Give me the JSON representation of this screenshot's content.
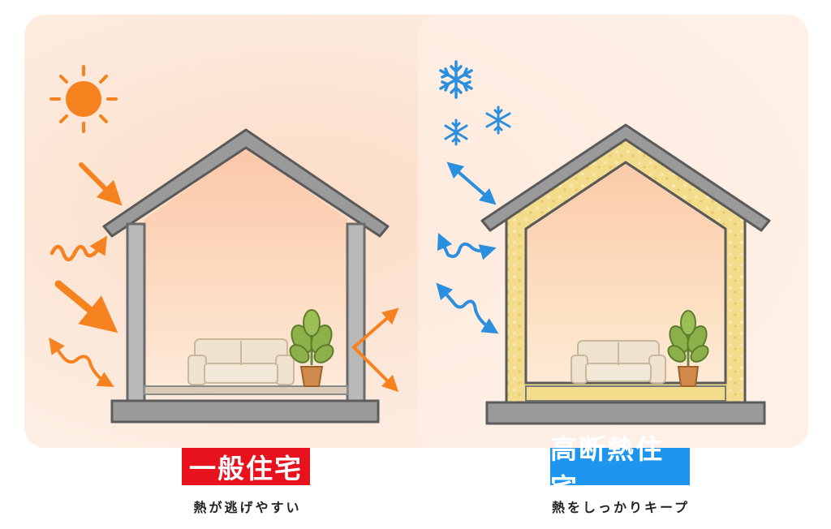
{
  "left_panel": {
    "title": "一般住宅",
    "subtitle": "熱が逃げやすい",
    "title_color": "#e8121f"
  },
  "right_panel": {
    "title": "高断熱住宅",
    "subtitle": "熱をしっかりキープ",
    "title_color": "#1e96f0"
  },
  "icons": {
    "left": [
      "sun-icon",
      "heat-arrow-icon",
      "houseplant-icon",
      "sofa-icon"
    ],
    "right": [
      "snowflake-icon",
      "cold-arrow-icon",
      "houseplant-icon",
      "sofa-icon"
    ]
  },
  "colors": {
    "heat_orange": "#f5821f",
    "cold_blue": "#2b8fdf",
    "insulation_yellow": "#f2dc8a",
    "wall_gray": "#8a8a8a",
    "background_warm": "#fbe8da"
  }
}
